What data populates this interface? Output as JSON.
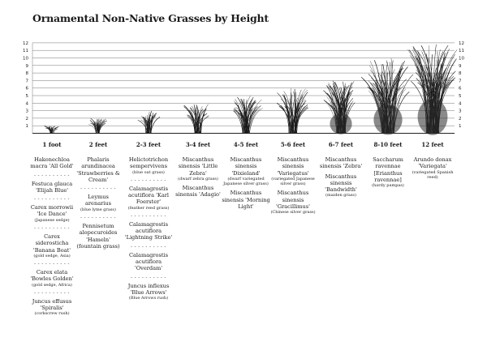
{
  "title": "Ornamental Non-Native Grasses by Height",
  "axis": {
    "left_ticks": [
      "1",
      "2",
      "3",
      "4",
      "5",
      "6",
      "7",
      "8",
      "9",
      "10",
      "11",
      "12"
    ],
    "right_ticks": [
      "1",
      "2",
      "3",
      "4",
      "5",
      "6",
      "7",
      "8",
      "9",
      "10",
      "11",
      "12"
    ]
  },
  "illustration": {
    "type": "grass silhouettes",
    "max_height_per_column_ft": [
      1,
      2,
      3,
      4,
      5,
      6,
      7,
      10,
      12
    ]
  },
  "columns": [
    {
      "heading": "1 foot",
      "entries": [
        {
          "name": "Hakonechloa macra 'All Gold'",
          "note": ""
        },
        {
          "name": "Festuca glauca 'Elijah Blue'",
          "note": ""
        },
        {
          "name": "Carex morrowii 'Ice Dance'",
          "note": "(Japanese sedge)"
        },
        {
          "name": "Carex siderosticha 'Banana Boat'",
          "note": "(gold sedge, Asia)"
        },
        {
          "name": "Carex elata 'Bowles Golden'",
          "note": "(gold sedge, Africa)"
        },
        {
          "name": "Juncus effusus 'Spiralis'",
          "note": "(corkscrew rush)"
        }
      ]
    },
    {
      "heading": "2 feet",
      "entries": [
        {
          "name": "Phalaris arundinacea 'Strawberries & Cream'",
          "note": ""
        },
        {
          "name": "Leymus arenarius",
          "note": "(blue lyme grass)"
        },
        {
          "name": "Pennisetum alopecuroides 'Hameln' (fountain grass)",
          "note": ""
        }
      ]
    },
    {
      "heading": "2-3 feet",
      "entries": [
        {
          "name": "Helictotrichon sempervivens",
          "note": "(blue oat grass)"
        },
        {
          "name": "Calamagrostis acutiflora 'Karl Foerster'",
          "note": "(feather reed grass)"
        },
        {
          "name": "Calamagrostis acutiflora 'Lightning Strike'",
          "note": ""
        },
        {
          "name": "Calamagrostis acutiflora 'Overdam'",
          "note": ""
        },
        {
          "name": "Juncus inflexus 'Blue Arrows'",
          "note": "(Blue Arrows rush)"
        }
      ]
    },
    {
      "heading": "3-4 feet",
      "entries": [
        {
          "name": "Miscanthus sinensis 'Little Zebra'",
          "note": "(dwarf zebra grass)"
        },
        {
          "name": "Miscanthus sinensis 'Adagio'",
          "note": ""
        }
      ]
    },
    {
      "heading": "4-5 feet",
      "entries": [
        {
          "name": "Miscanthus sinensis 'Dixieland'",
          "note": "(dwarf variegated Japanese silver grass)"
        },
        {
          "name": "Miscanthus sinensis 'Morning Light'",
          "note": ""
        }
      ]
    },
    {
      "heading": "5-6 feet",
      "entries": [
        {
          "name": "Miscanthus sinensis 'Variegatus'",
          "note": "(variegated Japanese silver grass)"
        },
        {
          "name": "Miscanthus sinensis 'Gracillimus'",
          "note": "(Chinese silver grass)"
        }
      ]
    },
    {
      "heading": "6-7 feet",
      "entries": [
        {
          "name": "Miscanthus sinensis 'Zebra'",
          "note": ""
        },
        {
          "name": "Miscanthus sinensis 'Bandwidth'",
          "note": "(maiden grass)"
        }
      ]
    },
    {
      "heading": "8-10 feet",
      "entries": [
        {
          "name": "Saccharum ravennae [Erianthus ravennae]",
          "note": "(hardy pampas)"
        }
      ]
    },
    {
      "heading": "12 feet",
      "entries": [
        {
          "name": "Arundo donax 'Variegata'",
          "note": "(variegated Spanish reed)"
        }
      ]
    }
  ],
  "separator": "- - - - - - - - - -"
}
